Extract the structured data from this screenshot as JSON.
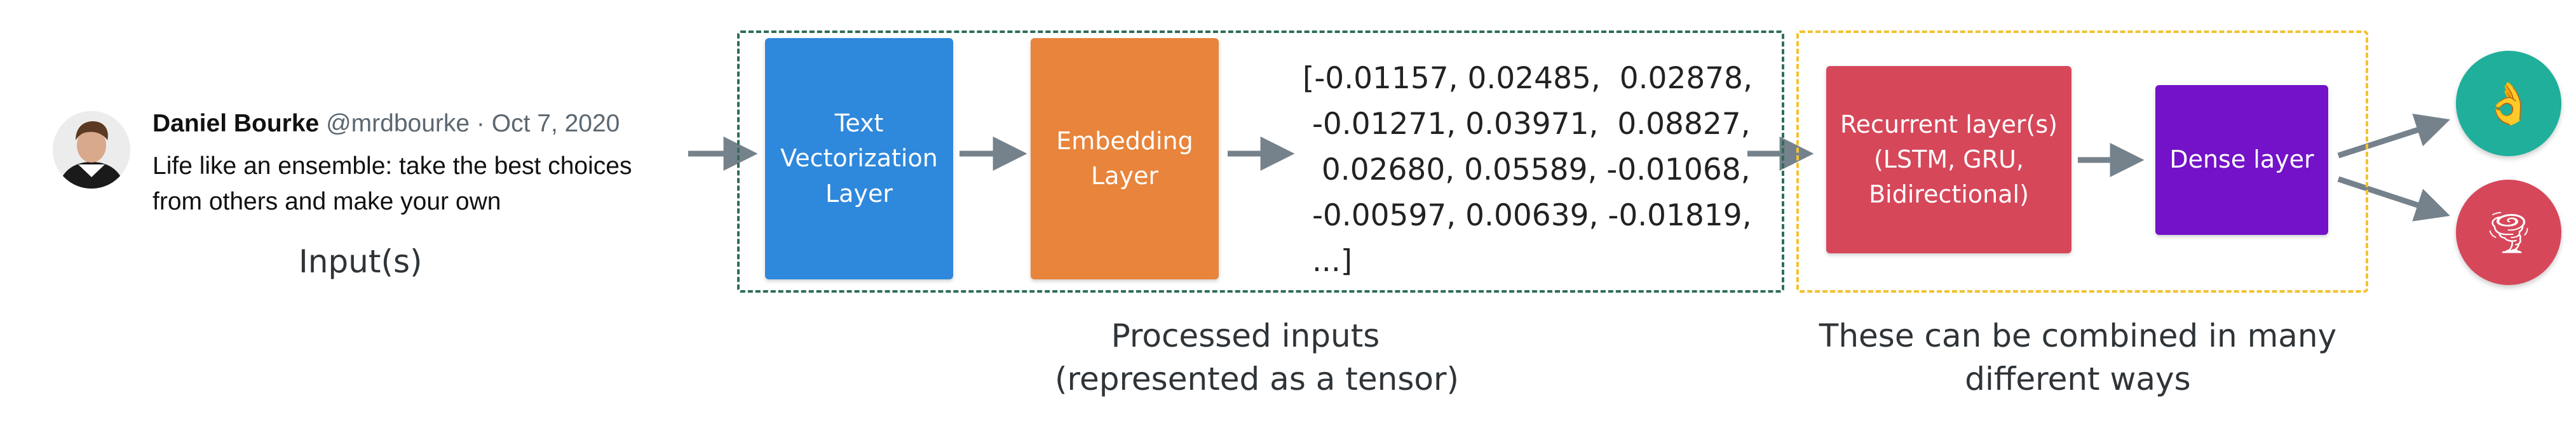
{
  "tweet": {
    "name": "Daniel Bourke",
    "meta": " @mrdbourke · Oct 7, 2020",
    "line1": "Life like an ensemble: take the best choices",
    "line2": "from others and make your own"
  },
  "captions": {
    "inputs": "Input(s)",
    "processed_line1": "Processed inputs",
    "processed_line2": "(represented as a tensor)",
    "combined_line1": "These can be combined in many",
    "combined_line2": "different ways"
  },
  "blocks": {
    "text_vectorization": {
      "line1": "Text",
      "line2": "Vectorization",
      "line3": "Layer",
      "color": "#2e88db"
    },
    "embedding": {
      "line1": "Embedding",
      "line2": "Layer",
      "color": "#e8843b"
    },
    "recurrent": {
      "line1": "Recurrent layer(s)",
      "line2": "(LSTM, GRU,",
      "line3": "Bidirectional)",
      "color": "#d6475a"
    },
    "dense": {
      "line1": "Dense layer",
      "color": "#7312c8"
    }
  },
  "tensor": {
    "line1": "[-0.01157, 0.02485,  0.02878,",
    "line2": " -0.01271, 0.03971,  0.08827,",
    "line3": "  0.02680, 0.05589, -0.01068,",
    "line4": " -0.00597, 0.00639, -0.01819,",
    "line5": " ...]"
  },
  "outputs": {
    "ok": {
      "glyph": "👌",
      "color": "#1faf9a"
    },
    "tornado": {
      "glyph": "🌪",
      "color": "#d6475a"
    }
  },
  "colors": {
    "arrow": "#75828c",
    "processed_border": "#2f6e5a",
    "combined_border": "#f2c230"
  }
}
